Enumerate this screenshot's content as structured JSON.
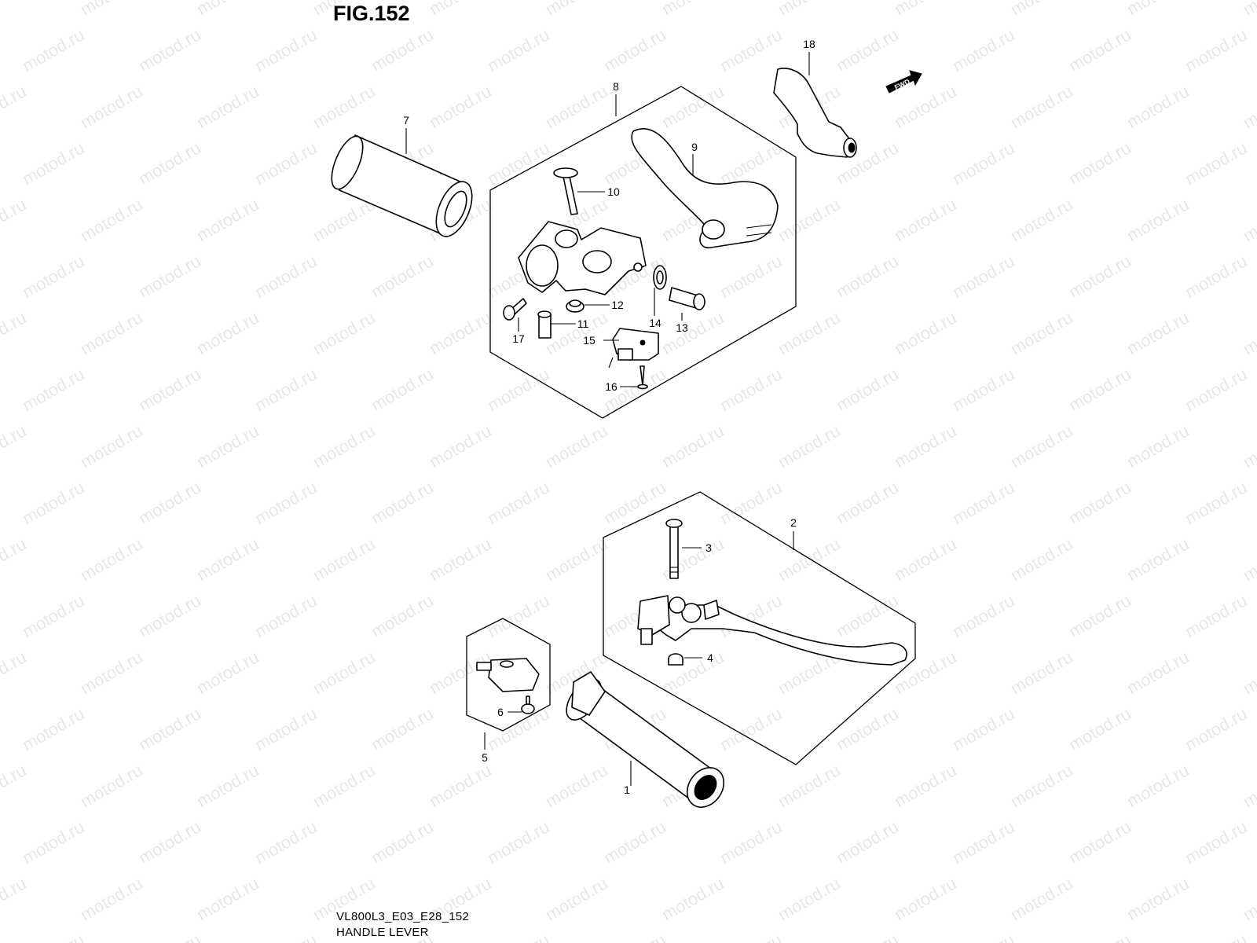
{
  "figure": {
    "title": "FIG.152",
    "code": "VL800L3_E03_E28_152",
    "name": "HANDLE LEVER"
  },
  "watermark": "motod.ru",
  "direction_badge": "FWD",
  "callouts": [
    "1",
    "2",
    "3",
    "4",
    "5",
    "6",
    "7",
    "8",
    "9",
    "10",
    "11",
    "12",
    "13",
    "14",
    "15",
    "16",
    "17",
    "18"
  ],
  "colors": {
    "ink": "#000000",
    "background": "#ffffff"
  }
}
